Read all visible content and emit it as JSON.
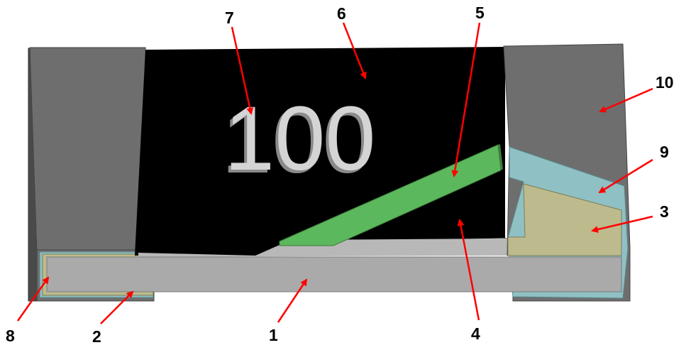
{
  "diagram": {
    "marking_text": "100",
    "arrow_color": "#ff0000",
    "colors": {
      "substrate": "#aaaaaa",
      "resistive_layer": "#000000",
      "trim_cut": "#5cb85c",
      "electrode_inner": "#bdbb8e",
      "electrode_mid": "#8fc0c4",
      "electrode_outer": "#6e6e6e",
      "background": "#ffffff"
    },
    "callouts": [
      {
        "id": "1",
        "label": "1"
      },
      {
        "id": "2",
        "label": "2"
      },
      {
        "id": "3",
        "label": "3"
      },
      {
        "id": "4",
        "label": "4"
      },
      {
        "id": "5",
        "label": "5"
      },
      {
        "id": "6",
        "label": "6"
      },
      {
        "id": "7",
        "label": "7"
      },
      {
        "id": "8",
        "label": "8"
      },
      {
        "id": "9",
        "label": "9"
      },
      {
        "id": "10",
        "label": "10"
      }
    ]
  }
}
